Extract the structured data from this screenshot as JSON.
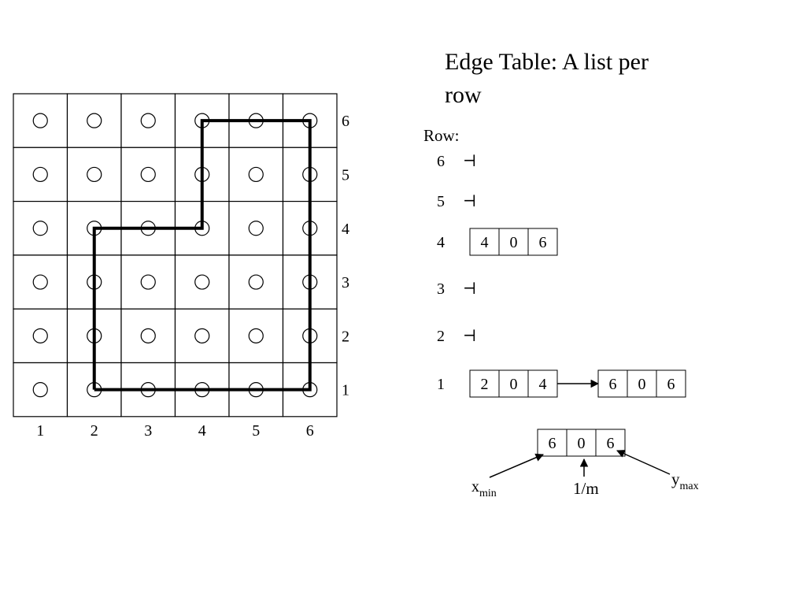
{
  "title": "Edge Table: A list per row",
  "title_lines": [
    "Edge Table: A list per",
    "row"
  ],
  "grid": {
    "columns": 6,
    "rows": 6,
    "column_labels": [
      "1",
      "2",
      "3",
      "4",
      "5",
      "6"
    ],
    "row_labels": [
      "6",
      "5",
      "4",
      "3",
      "2",
      "1"
    ]
  },
  "polygon_vertices": [
    [
      2,
      1
    ],
    [
      6,
      1
    ],
    [
      6,
      6
    ],
    [
      4,
      6
    ],
    [
      4,
      4
    ],
    [
      2,
      4
    ]
  ],
  "edge_table": {
    "heading": "Row:",
    "rows": [
      {
        "row": "6",
        "entries": []
      },
      {
        "row": "5",
        "entries": []
      },
      {
        "row": "4",
        "entries": [
          [
            "4",
            "0",
            "6"
          ]
        ]
      },
      {
        "row": "3",
        "entries": []
      },
      {
        "row": "2",
        "entries": []
      },
      {
        "row": "1",
        "entries": [
          [
            "2",
            "0",
            "4"
          ],
          [
            "6",
            "0",
            "6"
          ]
        ]
      }
    ],
    "null_symbol": "⊣"
  },
  "legend": {
    "cells": [
      "6",
      "0",
      "6"
    ],
    "xmin": {
      "base": "x",
      "sub": "min"
    },
    "slope": "1/m",
    "ymax": {
      "base": "y",
      "sub": "max"
    }
  }
}
